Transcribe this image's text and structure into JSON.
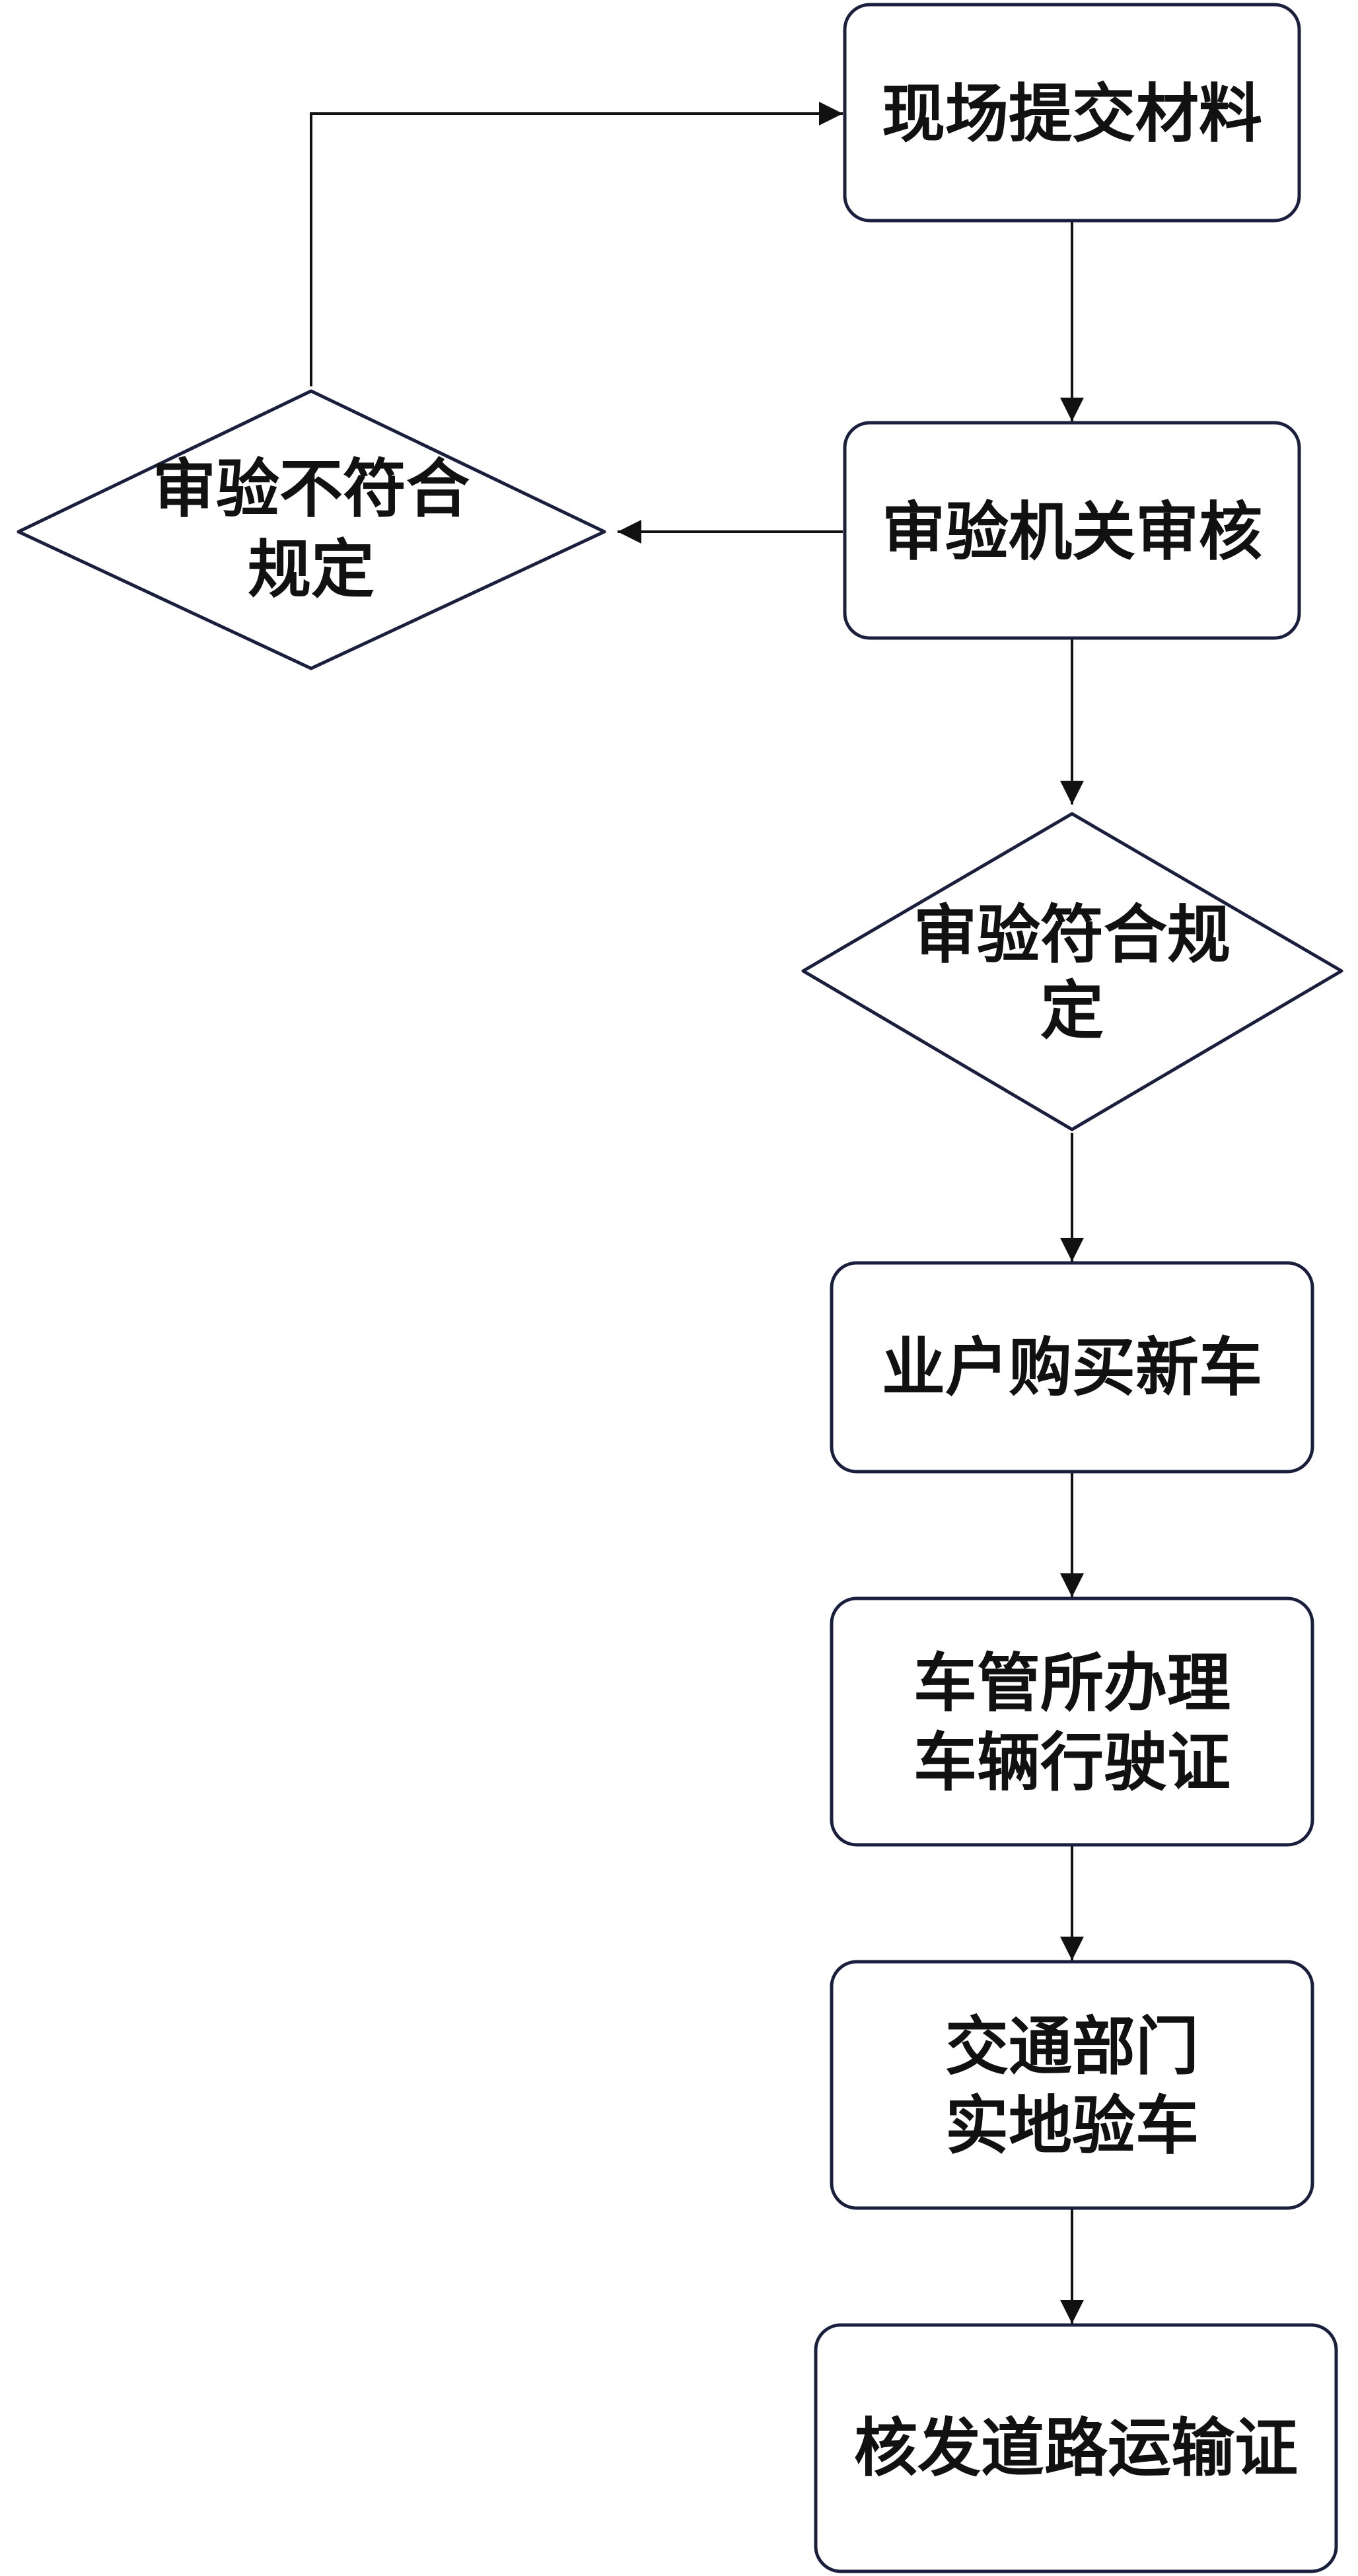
{
  "nodes": {
    "submit": {
      "lines": [
        "现场提交材料"
      ]
    },
    "review": {
      "lines": [
        "审验机关审核"
      ]
    },
    "not_compliant": {
      "lines": [
        "审验不符合",
        "规定"
      ]
    },
    "compliant": {
      "lines": [
        "审验符合规",
        "定"
      ]
    },
    "buy_car": {
      "lines": [
        "业户购买新车"
      ]
    },
    "license": {
      "lines": [
        "车管所办理",
        "车辆行驶证"
      ]
    },
    "inspect": {
      "lines": [
        "交通部门",
        "实地验车"
      ]
    },
    "permit": {
      "lines": [
        "核发道路运输证"
      ]
    }
  },
  "colors": {
    "shape_stroke": "#1a1f3d",
    "shape_fill": "#ffffff",
    "edge": "#111111",
    "text": "#111111"
  }
}
